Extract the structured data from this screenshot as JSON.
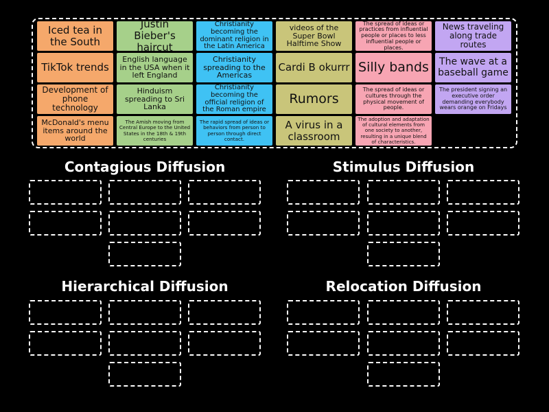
{
  "colors": {
    "orange": "#f5a86b",
    "green": "#a6d08a",
    "blue": "#3fc2f4",
    "olive": "#c9c57a",
    "pink": "#f7a5b3",
    "lavender": "#c2a6f2"
  },
  "cards": [
    {
      "text": "Iced tea in the South",
      "color": "orange"
    },
    {
      "text": "Justin Bieber's haircut",
      "color": "green"
    },
    {
      "text": "Christianity becoming the dominant religion in the Latin America",
      "color": "blue"
    },
    {
      "text": "videos of the Super Bowl Halftime Show",
      "color": "olive"
    },
    {
      "text": "The spread of ideas or practices from influential people or places to less influential people or places.",
      "color": "pink"
    },
    {
      "text": "News traveling along trade routes",
      "color": "lavender"
    },
    {
      "text": "TikTok trends",
      "color": "orange"
    },
    {
      "text": "English language in the USA when it left England",
      "color": "green"
    },
    {
      "text": "Christianity spreading to the Americas",
      "color": "blue"
    },
    {
      "text": "Cardi B okurrr",
      "color": "olive"
    },
    {
      "text": "Silly bands",
      "color": "pink"
    },
    {
      "text": "The wave at a baseball game",
      "color": "lavender"
    },
    {
      "text": "Development of phone technology",
      "color": "orange"
    },
    {
      "text": "Hinduism spreading to Sri Lanka",
      "color": "green"
    },
    {
      "text": "Christianity becoming the official religion of the Roman empire",
      "color": "blue"
    },
    {
      "text": "Rumors",
      "color": "olive"
    },
    {
      "text": "The spread of ideas or cultures through the physical movement of people.",
      "color": "pink"
    },
    {
      "text": "The president signing an executive order demanding everybody wears orange on Fridays",
      "color": "lavender"
    },
    {
      "text": "McDonald's menu items around the world",
      "color": "orange"
    },
    {
      "text": "The Amish moving from Central Europe to the United States in the 18th & 19th centuries",
      "color": "green"
    },
    {
      "text": "The rapid spread of ideas or behaviors from person to person through direct contact.",
      "color": "blue"
    },
    {
      "text": "A virus in a classroom",
      "color": "olive"
    },
    {
      "text": "The adoption and adaptation of cultural elements from one society to another, resulting in a unique blend of characteristics.",
      "color": "pink"
    }
  ],
  "categories": [
    {
      "title": "Contagious Diffusion"
    },
    {
      "title": "Stimulus Diffusion"
    },
    {
      "title": "Hierarchical Diffusion"
    },
    {
      "title": "Relocation Diffusion"
    }
  ]
}
